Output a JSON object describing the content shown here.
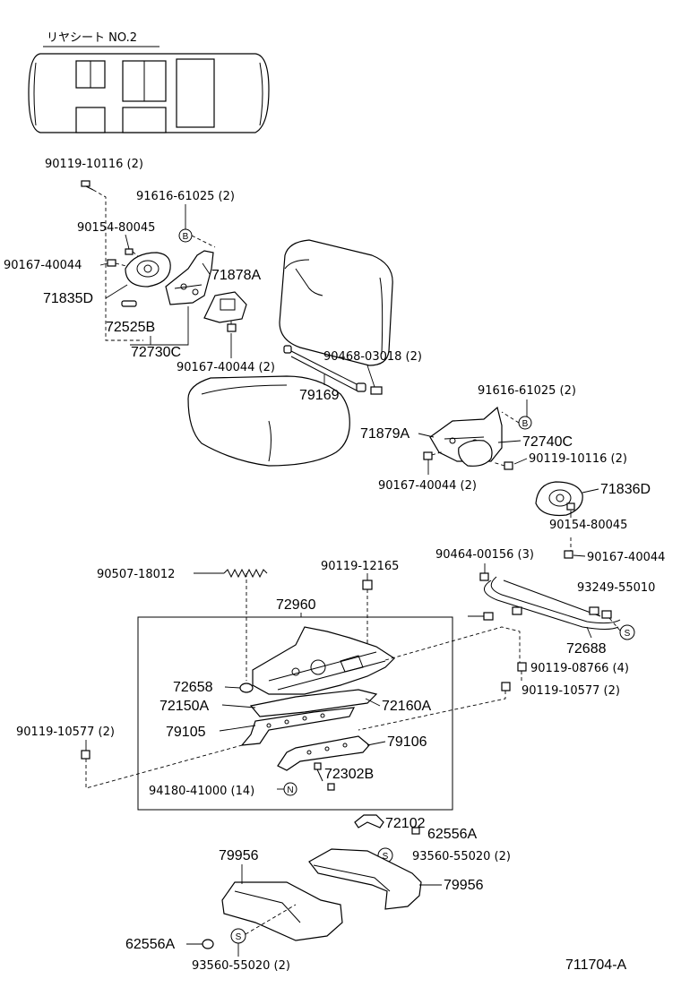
{
  "header_title": "リヤシート NO.2",
  "figure_id": "711704-A",
  "labels": {
    "p90119_10116_top": "90119-10116 (2)",
    "p91616_61025_left": "91616-61025 (2)",
    "p90154_80045_left": "90154-80045",
    "p90167_40044_left": "90167-40044",
    "p71835D": "71835D",
    "p71878A": "71878A",
    "p72525B": "72525B",
    "p72730C": "72730C",
    "p90167_40044_2a": "90167-40044 (2)",
    "p90468_03018": "90468-03018 (2)",
    "p79169": "79169",
    "p91616_61025_right": "91616-61025 (2)",
    "p71879A": "71879A",
    "p72740C": "72740C",
    "p90119_10116_right": "90119-10116 (2)",
    "p90167_40044_2b": "90167-40044 (2)",
    "p71836D": "71836D",
    "p90154_80045_right": "90154-80045",
    "p90167_40044_right": "90167-40044",
    "p90464_00156": "90464-00156 (3)",
    "p90507_18012": "90507-18012",
    "p90119_12165": "90119-12165",
    "p93249_55010": "93249-55010",
    "p72960": "72960",
    "p72688": "72688",
    "p90119_08766": "90119-08766 (4)",
    "p72658": "72658",
    "p90119_10577_right": "90119-10577 (2)",
    "p72150A": "72150A",
    "p72160A": "72160A",
    "p90119_10577_left": "90119-10577 (2)",
    "p79105": "79105",
    "p79106": "79106",
    "p72302B": "72302B",
    "p94180_41000": "94180-41000 (14)",
    "p72102": "72102",
    "p62556A_right": "62556A",
    "p79956_left": "79956",
    "p93560_55020_right": "93560-55020 (2)",
    "p79956_right": "79956",
    "p62556A_left": "62556A",
    "p93560_55020_left": "93560-55020 (2)"
  },
  "badges": {
    "b": "B",
    "s": "S",
    "n": "N"
  }
}
